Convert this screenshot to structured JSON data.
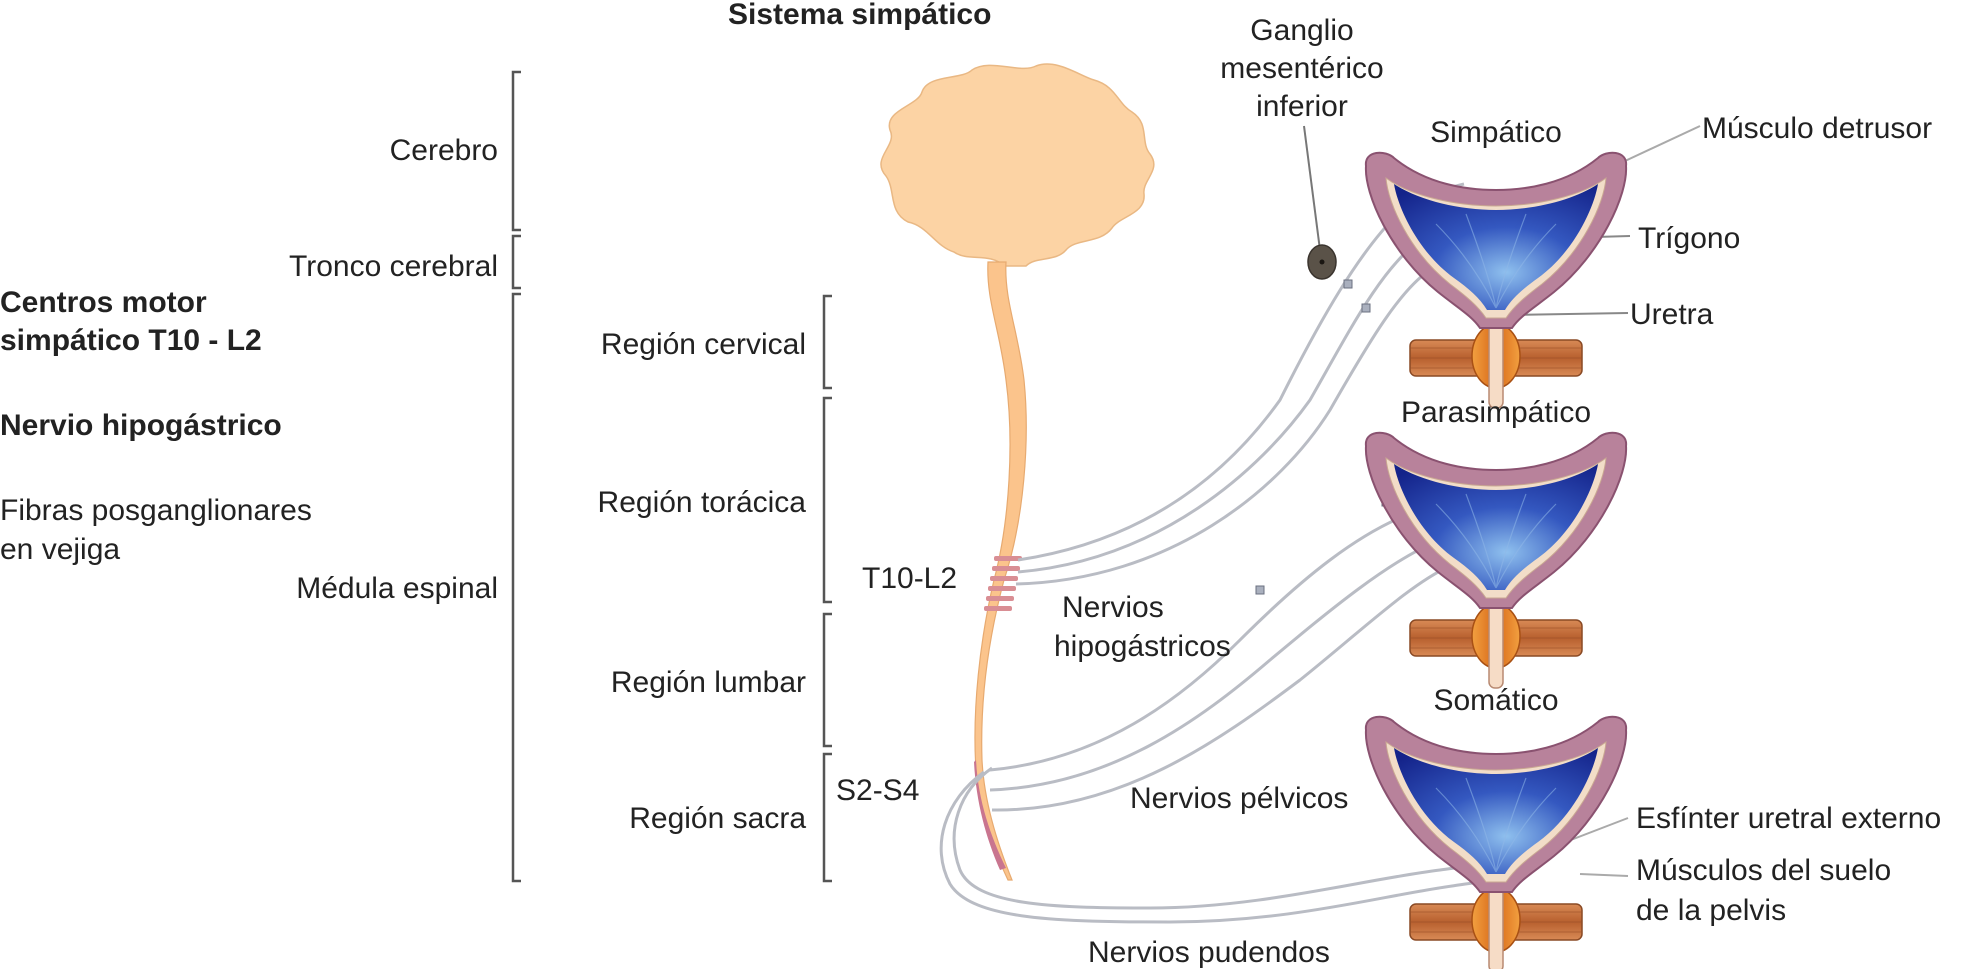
{
  "title": "Sistema simpático",
  "left_panel": {
    "heading_line1": "Centros motor",
    "heading_line2": "simpático T10 - L2",
    "nerve_heading": "Nervio hipogástrico",
    "fibers_line1": "Fibras posganglionares",
    "fibers_line2": "en vejiga"
  },
  "cns_labels": {
    "brain": "Cerebro",
    "brainstem": "Tronco cerebral",
    "spinal_cord": "Médula espinal"
  },
  "regions": {
    "cervical": "Región cervical",
    "thoracic": "Región torácica",
    "lumbar": "Región lumbar",
    "sacral": "Región sacra"
  },
  "segments": {
    "t10_l2": "T10-L2",
    "s2_s4": "S2-S4"
  },
  "ganglion": {
    "line1": "Ganglio",
    "line2": "mesentérico",
    "line3": "inferior"
  },
  "bladders": {
    "sympathetic": "Simpático",
    "parasympathetic": "Parasimpático",
    "somatic": "Somático"
  },
  "structures": {
    "detrusor": "Músculo detrusor",
    "trigone": "Trígono",
    "urethra": "Uretra",
    "external_sphincter": "Esfínter uretral externo",
    "pelvic_floor_line1": "Músculos del suelo",
    "pelvic_floor_line2": "de la pelvis"
  },
  "nerves": {
    "hypogastric_line1": "Nervios",
    "hypogastric_line2": "hipogástricos",
    "pelvic": "Nervios pélvicos",
    "pudendal": "Nervios pudendos"
  },
  "colors": {
    "brain": "#fcd3a4",
    "bladder_wall": "#b87f9a",
    "bladder_lumen": "#1f3aa8",
    "muscle": "#c5713a",
    "sphincter": "#e8882e",
    "nerve": "#b9bcc4",
    "bracket": "#555555"
  }
}
